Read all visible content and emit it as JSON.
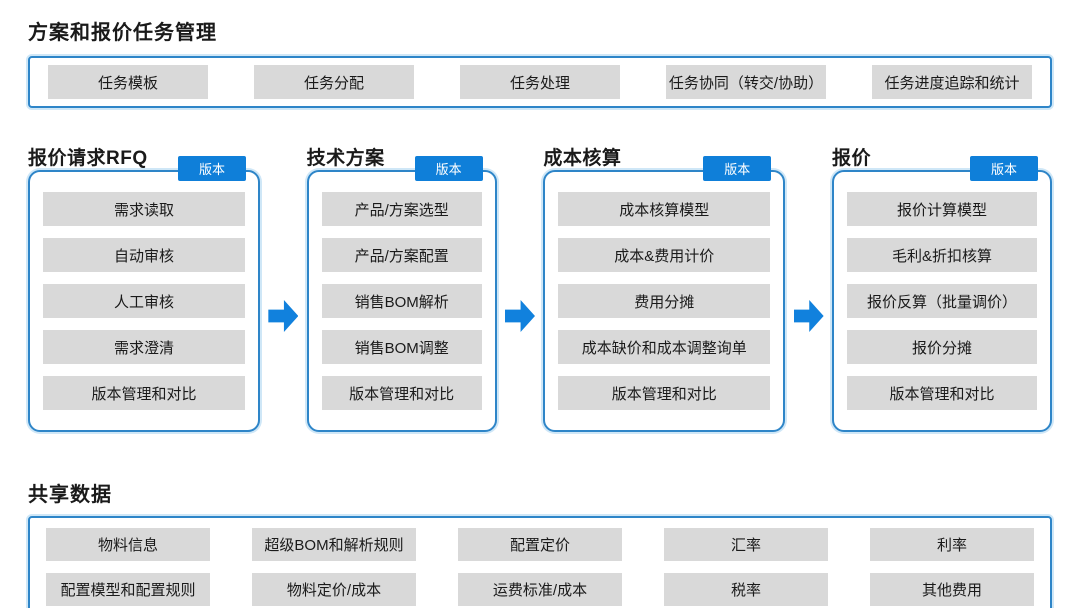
{
  "colors": {
    "accent_blue": "#0f7fd9",
    "border_blue": "#2e85c8",
    "border_glow": "#cfe7f7",
    "box_gray": "#d9d9d9"
  },
  "top_section": {
    "title": "方案和报价任务管理",
    "items": [
      "任务模板",
      "任务分配",
      "任务处理",
      "任务协同（转交/协助）",
      "任务进度追踪和统计"
    ]
  },
  "columns": [
    {
      "title": "报价请求RFQ",
      "badge": "版本",
      "items": [
        "需求读取",
        "自动审核",
        "人工审核",
        "需求澄清",
        "版本管理和对比"
      ]
    },
    {
      "title": "技术方案",
      "badge": "版本",
      "items": [
        "产品/方案选型",
        "产品/方案配置",
        "销售BOM解析",
        "销售BOM调整",
        "版本管理和对比"
      ]
    },
    {
      "title": "成本核算",
      "badge": "版本",
      "items": [
        "成本核算模型",
        "成本&费用计价",
        "费用分摊",
        "成本缺价和成本调整询单",
        "版本管理和对比"
      ]
    },
    {
      "title": "报价",
      "badge": "版本",
      "items": [
        "报价计算模型",
        "毛利&折扣核算",
        "报价反算（批量调价）",
        "报价分摊",
        "版本管理和对比"
      ]
    }
  ],
  "shared_section": {
    "title": "共享数据",
    "rows": [
      [
        "物料信息",
        "超级BOM和解析规则",
        "配置定价",
        "汇率",
        "利率"
      ],
      [
        "配置模型和配置规则",
        "物料定价/成本",
        "运费标准/成本",
        "税率",
        "其他费用"
      ]
    ]
  }
}
